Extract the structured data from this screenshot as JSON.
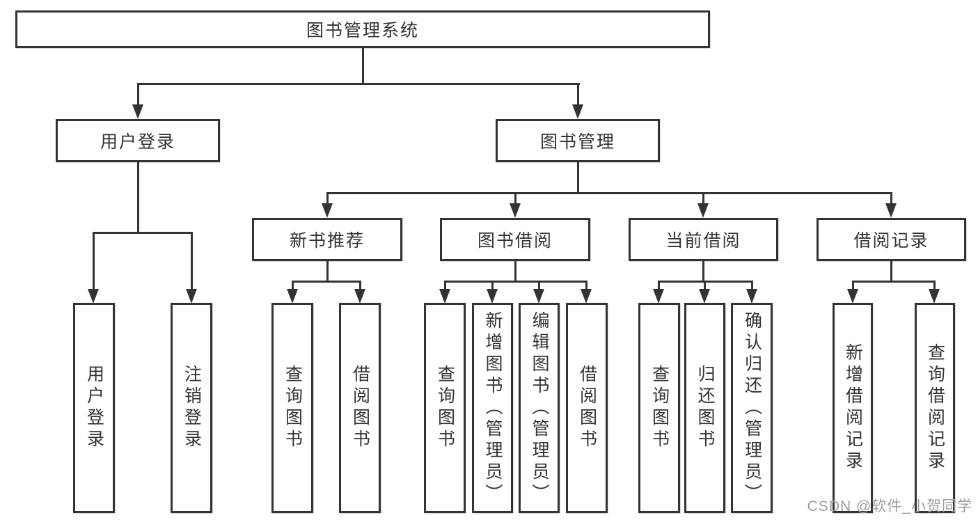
{
  "nodes": {
    "root": {
      "label": "图书管理系统"
    },
    "level2": [
      {
        "label": "用户登录"
      },
      {
        "label": "图书管理"
      }
    ],
    "level3": [
      {
        "label": "新书推荐",
        "parent": "图书管理"
      },
      {
        "label": "图书借阅",
        "parent": "图书管理"
      },
      {
        "label": "当前借阅",
        "parent": "图书管理"
      },
      {
        "label": "借阅记录",
        "parent": "图书管理"
      }
    ],
    "leaves": [
      {
        "label": "用户登录",
        "parent": "用户登录"
      },
      {
        "label": "注销登录",
        "parent": "用户登录"
      },
      {
        "label": "查询图书",
        "parent": "新书推荐"
      },
      {
        "label": "借阅图书",
        "parent": "新书推荐"
      },
      {
        "label": "查询图书",
        "parent": "图书借阅"
      },
      {
        "label": "新增图书（管理员）",
        "parent": "图书借阅"
      },
      {
        "label": "编辑图书（管理员）",
        "parent": "图书借阅"
      },
      {
        "label": "借阅图书",
        "parent": "图书借阅"
      },
      {
        "label": "查询图书",
        "parent": "当前借阅"
      },
      {
        "label": "归还图书",
        "parent": "当前借阅"
      },
      {
        "label": "确认归还（管理员）",
        "parent": "当前借阅"
      },
      {
        "label": "新增借阅记录",
        "parent": "借阅记录"
      },
      {
        "label": "查询借阅记录",
        "parent": "借阅记录"
      }
    ]
  },
  "watermark": {
    "text": "CSDN @软件_小贺同学"
  },
  "colors": {
    "line": "#333333",
    "box_border": "#333333",
    "text": "#333333",
    "watermark": "#9e9e9e",
    "background": "#ffffff"
  }
}
